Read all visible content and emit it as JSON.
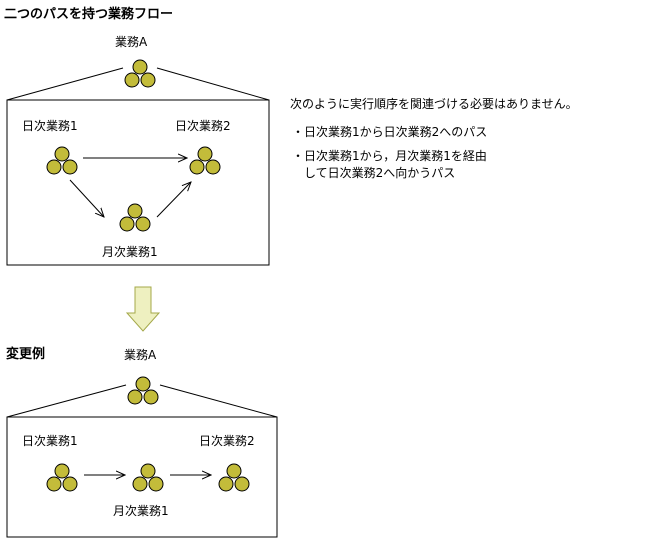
{
  "section1": {
    "title": "二つのパスを持つ業務フロー",
    "parent_label": "業務A",
    "node_daily1": "日次業務1",
    "node_daily2": "日次業務2",
    "node_monthly1": "月次業務1",
    "note": {
      "intro": "次のように実行順序を関連づける必要はありません。",
      "bullet1": "・日次業務1から日次業務2へのパス",
      "bullet2_line1": "・日次業務1から，月次業務1を経由",
      "bullet2_line2": "　して日次業務2へ向かうパス"
    }
  },
  "section2": {
    "title": "変更例",
    "parent_label": "業務A",
    "node_daily1": "日次業務1",
    "node_daily2": "日次業務2",
    "node_monthly1": "月次業務1"
  },
  "colors": {
    "node_fill": "#c3bc3a",
    "down_arrow_fill": "#eef0c0",
    "down_arrow_stroke": "#a4a84a"
  }
}
